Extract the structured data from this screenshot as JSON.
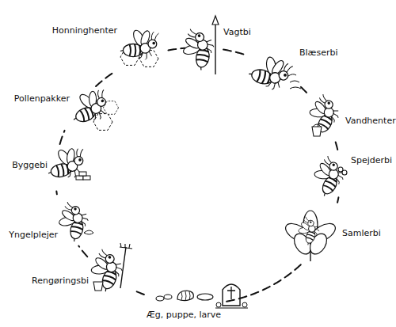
{
  "diagram": {
    "nodes": [
      {
        "text": [
          "Honninghenter"
        ]
      },
      {
        "text": [
          "Vagtbi"
        ]
      },
      {
        "text": [
          "Blæserbi"
        ]
      },
      {
        "text": [
          "Vandhenter"
        ]
      },
      {
        "text": [
          "Spejderbi"
        ]
      },
      {
        "text": [
          "Samlerbi"
        ]
      },
      {
        "text": [
          "Æg, puppe, larve"
        ]
      },
      {
        "text": [
          "Rengøringsbi"
        ]
      },
      {
        "text": [
          "Yngelplejer"
        ]
      },
      {
        "text": [
          "Byggebi"
        ]
      },
      {
        "text": [
          "Pollenpakker"
        ]
      }
    ],
    "edges": [
      {
        "from": 0,
        "to": 1,
        "arrow": "none"
      },
      {
        "from": 1,
        "to": 2,
        "arrow": "none"
      },
      {
        "from": 2,
        "to": 3,
        "arrow": "none"
      },
      {
        "from": 3,
        "to": 4,
        "arrow": "none"
      },
      {
        "from": 4,
        "to": 5,
        "arrow": "none"
      },
      {
        "from": 5,
        "to": 6,
        "arrow": "none"
      },
      {
        "from": 6,
        "to": 7,
        "arrow": "none"
      },
      {
        "from": 7,
        "to": 8,
        "arrow": "none"
      },
      {
        "from": 8,
        "to": 9,
        "arrow": "none"
      },
      {
        "from": 9,
        "to": 10,
        "arrow": "none"
      },
      {
        "from": 10,
        "to": 0,
        "arrow": "none"
      }
    ]
  }
}
